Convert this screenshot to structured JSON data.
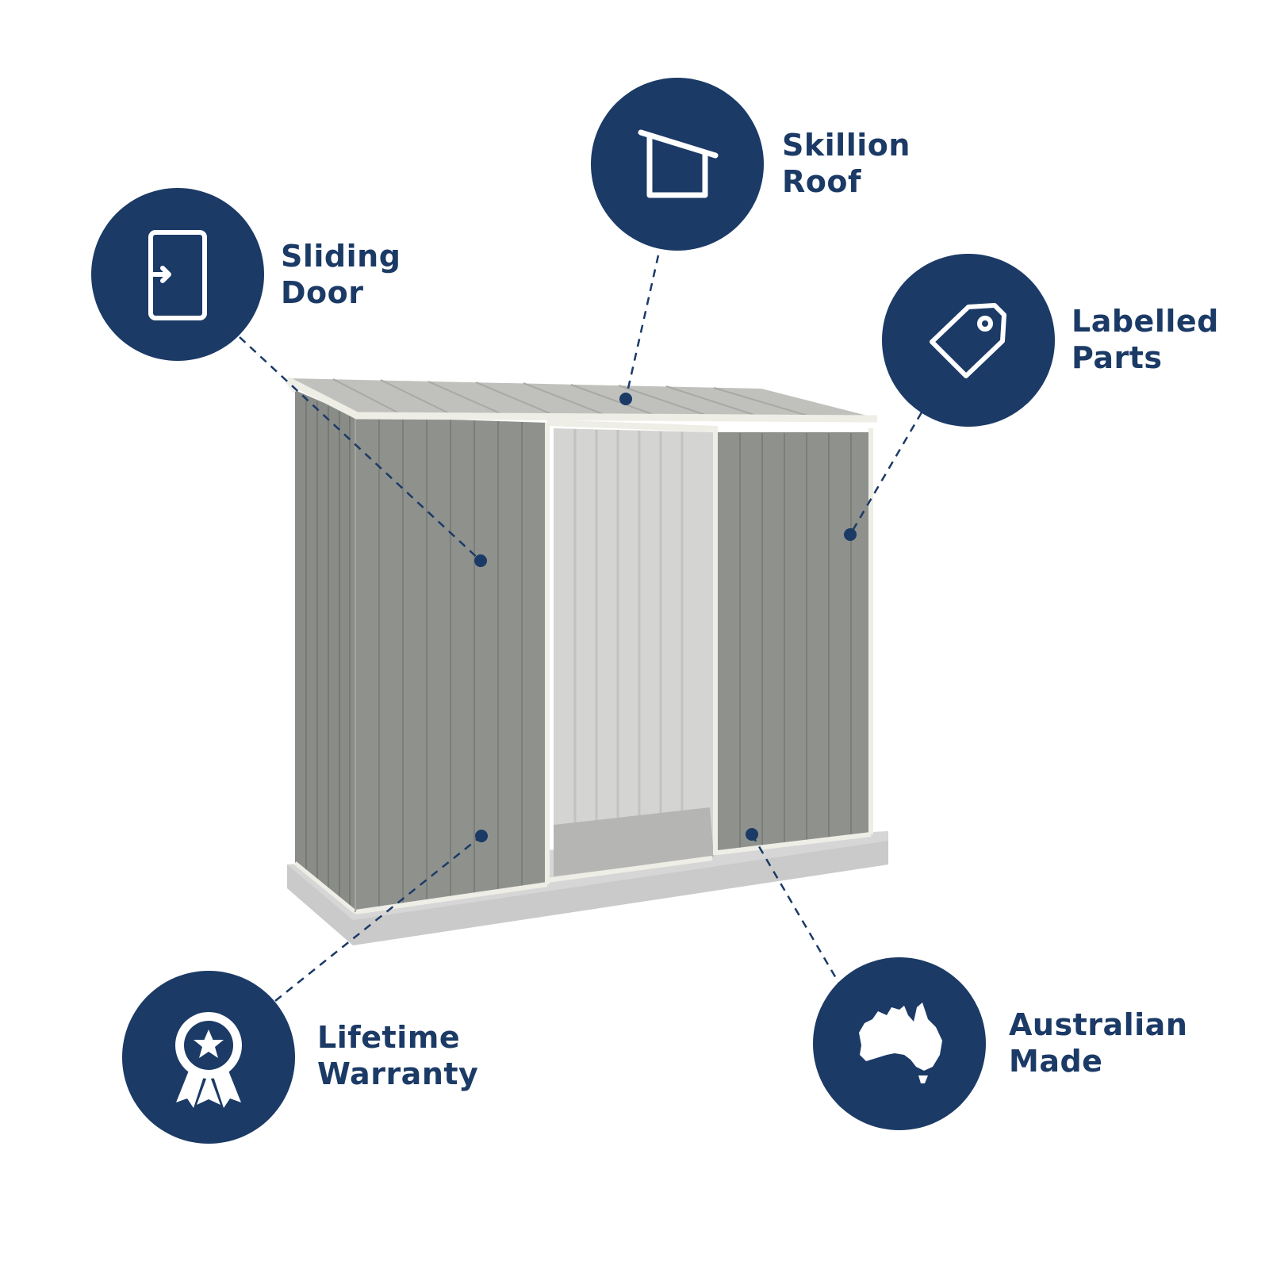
{
  "colors": {
    "navy": "#1b3a66",
    "shed_grey": "#8f918d",
    "shed_grey_dark": "#7e807c",
    "trim": "#eeeee6",
    "base_slab": "#c9c9c9"
  },
  "features": [
    {
      "id": "sliding-door",
      "icon": "door-icon",
      "line1": "Sliding",
      "line2": "Door"
    },
    {
      "id": "skillion-roof",
      "icon": "skillion-roof-icon",
      "line1": "Skillion",
      "line2": "Roof"
    },
    {
      "id": "labelled-parts",
      "icon": "tag-icon",
      "line1": "Labelled",
      "line2": "Parts"
    },
    {
      "id": "lifetime-warranty",
      "icon": "award-ribbon-icon",
      "line1": "Lifetime",
      "line2": "Warranty"
    },
    {
      "id": "australian-made",
      "icon": "australia-map-icon",
      "line1": "Australian",
      "line2": "Made"
    }
  ]
}
